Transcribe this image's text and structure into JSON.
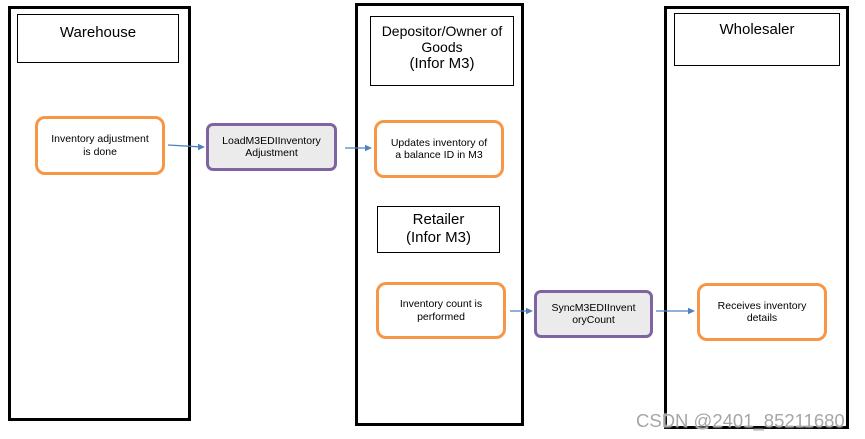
{
  "colors": {
    "lane_border": "#000000",
    "step_border": "#f79646",
    "interface_border": "#8064a2",
    "interface_fill": "#ebebeb",
    "arrow": "#4f81bd",
    "watermark": "#a6a6a6"
  },
  "warehouse": {
    "header": "Warehouse",
    "step": [
      "Inventory adjustment",
      "is done"
    ]
  },
  "load_interface": [
    "LoadM3EDIInventory",
    "Adjustment"
  ],
  "depositor": {
    "header": [
      "Depositor/Owner of",
      "Goods"
    ],
    "header_system": "(Infor M3)",
    "step": [
      "Updates inventory of",
      "a balance ID in M3"
    ]
  },
  "retailer": {
    "header": "Retailer",
    "header_system": "(Infor M3)",
    "step": [
      "Inventory count is",
      "performed"
    ]
  },
  "sync_interface": [
    "SyncM3EDIInvent",
    "oryCount"
  ],
  "wholesaler": {
    "header": "Wholesaler",
    "step": [
      "Receives inventory",
      "details"
    ]
  },
  "watermark": "CSDN @2401_85211680"
}
